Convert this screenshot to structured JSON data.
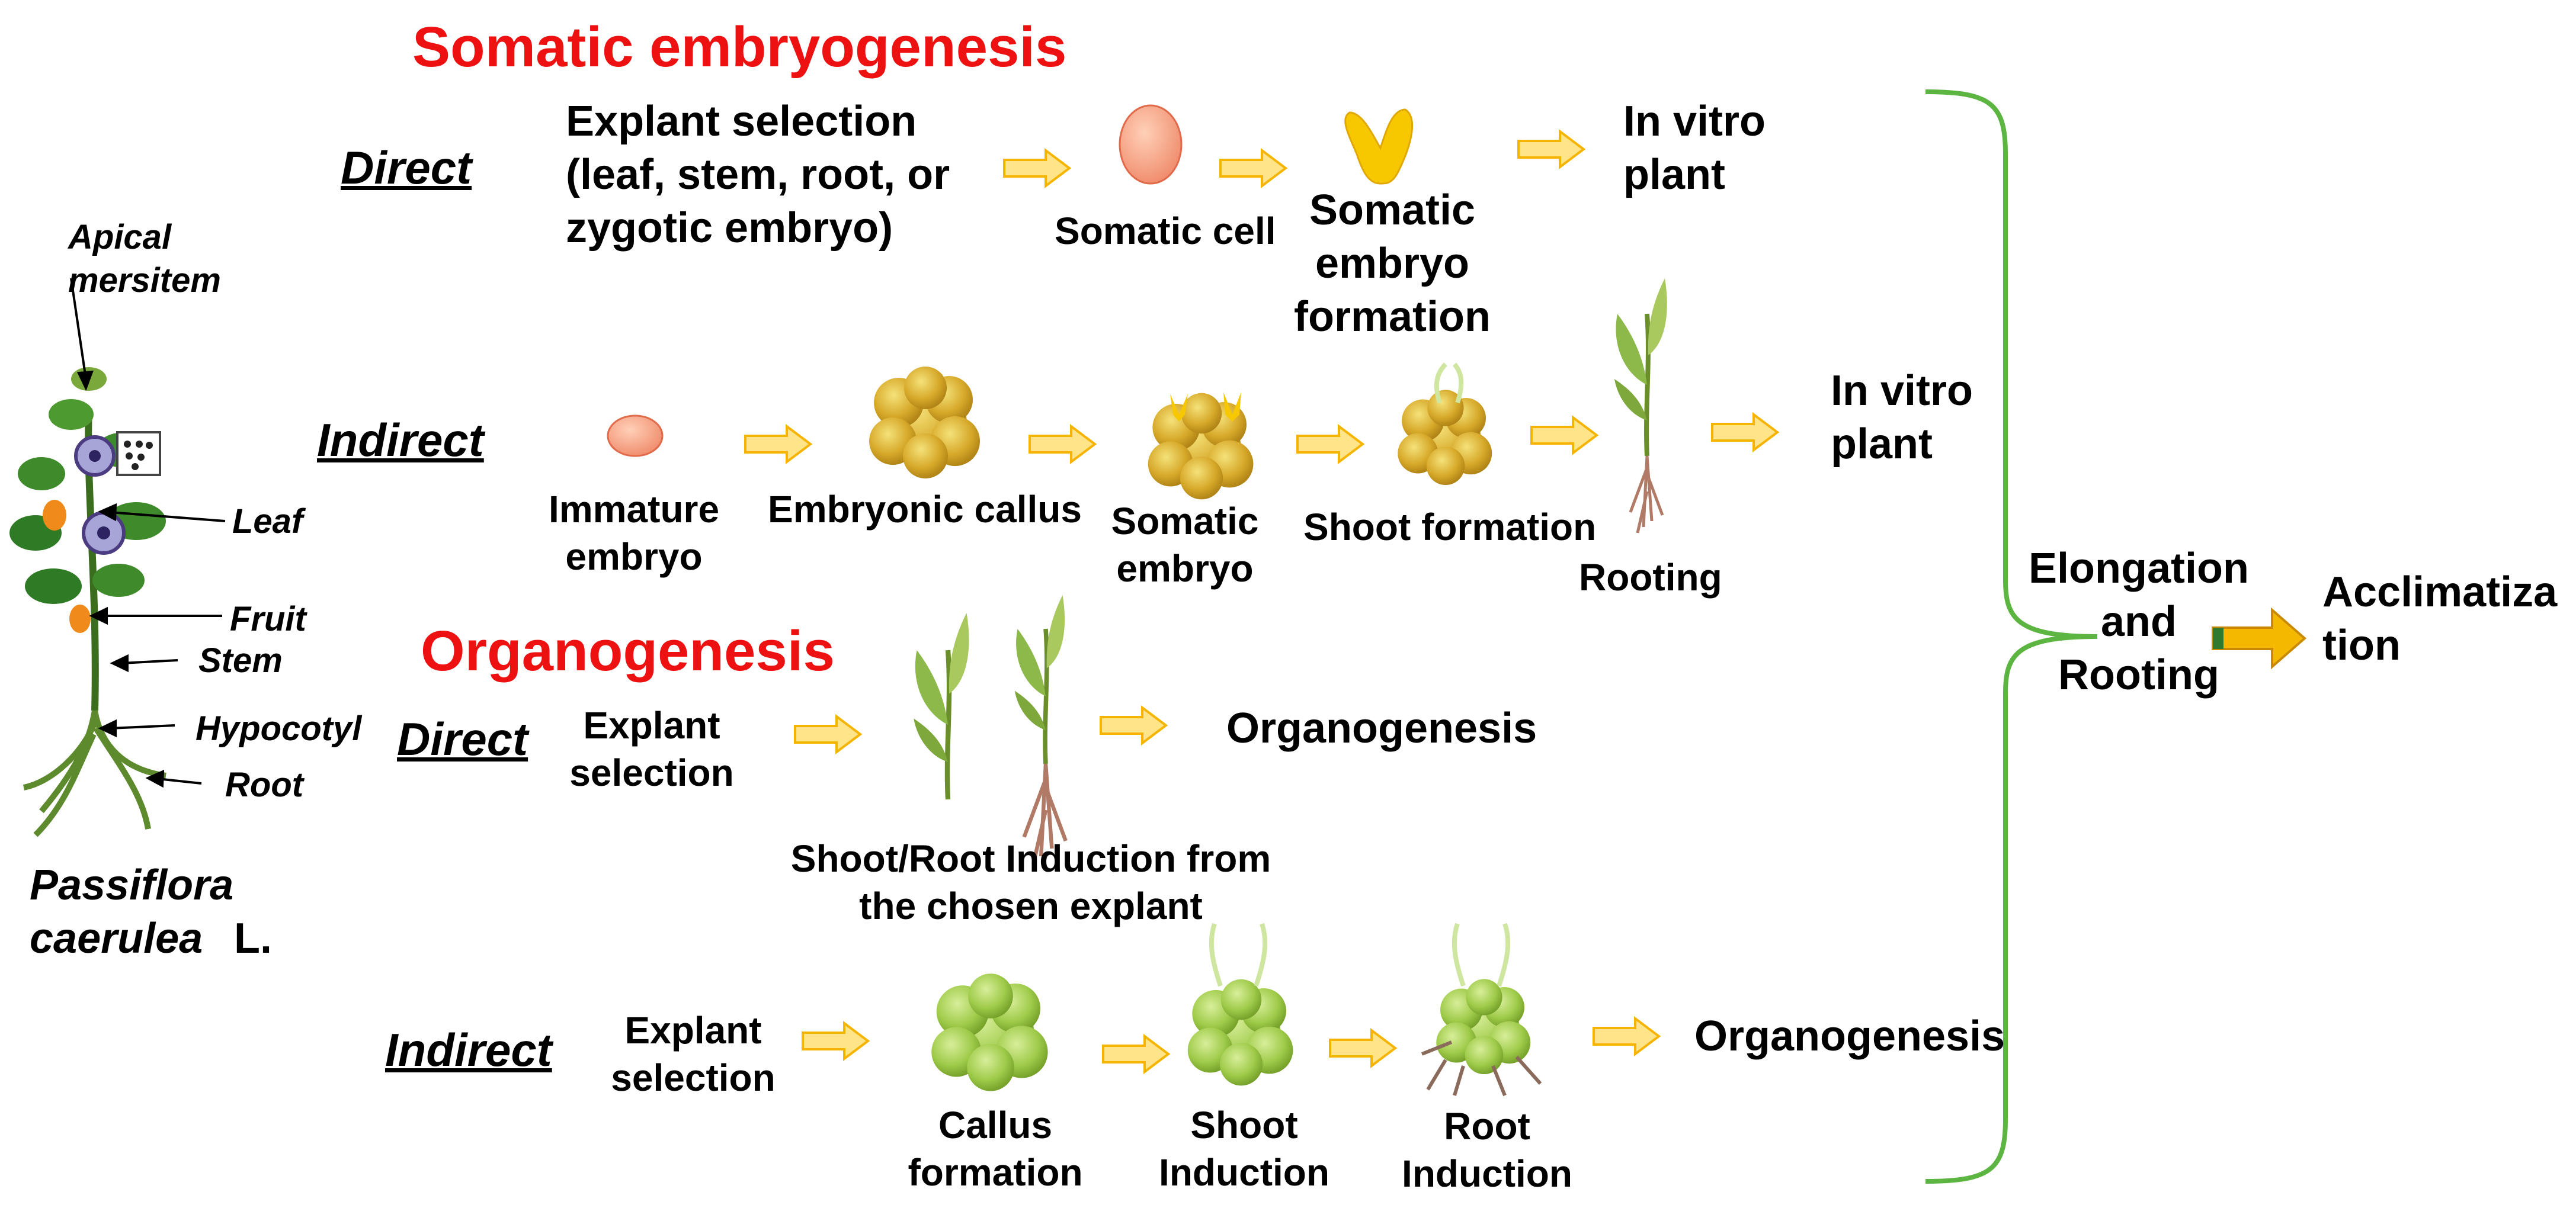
{
  "headings": {
    "somatic": "Somatic embryogenesis",
    "organogenesis": "Organogenesis"
  },
  "somatic": {
    "direct": {
      "label": "Direct",
      "explant": "Explant selection\n(leaf, stem, root, or\nzygotic embryo)",
      "cell": "Somatic cell",
      "formation": "Somatic\nembryo\nformation",
      "result": "In vitro\nplant"
    },
    "indirect": {
      "label": "Indirect",
      "immature": "Immature\nembryo",
      "callus": "Embryonic callus",
      "embryo": "Somatic\nembryo",
      "shoot": "Shoot formation",
      "rooting": "Rooting",
      "result": "In vitro\nplant"
    }
  },
  "organo": {
    "direct": {
      "label": "Direct",
      "explant": "Explant\nselection",
      "induction": "Shoot/Root Induction from\nthe chosen explant",
      "result": "Organogenesis"
    },
    "indirect": {
      "label": "Indirect",
      "explant": "Explant\nselection",
      "callus": "Callus\nformation",
      "shoot": "Shoot\nInduction",
      "root": "Root\nInduction",
      "result": "Organogenesis"
    }
  },
  "final": {
    "elongation": "Elongation\nand\nRooting",
    "acclimatization": "Acclimatiza\ntion"
  },
  "plant": {
    "apical": "Apical\nmersitem",
    "leaf": "Leaf",
    "fruit": "Fruit",
    "stem": "Stem",
    "hypocotyl": "Hypocotyl",
    "root": "Root",
    "species_italic": "Passiflora\ncaerulea",
    "species_authority": "L."
  },
  "colors": {
    "heading": "#ee1111",
    "arrow_fill": "#ffe48a",
    "arrow_stroke": "#f5b400",
    "brace": "#5bb540",
    "embryonic_callus": "#d4a520",
    "organogenic_callus": "#9fcb4a",
    "final_arrow": "#f5b800"
  }
}
